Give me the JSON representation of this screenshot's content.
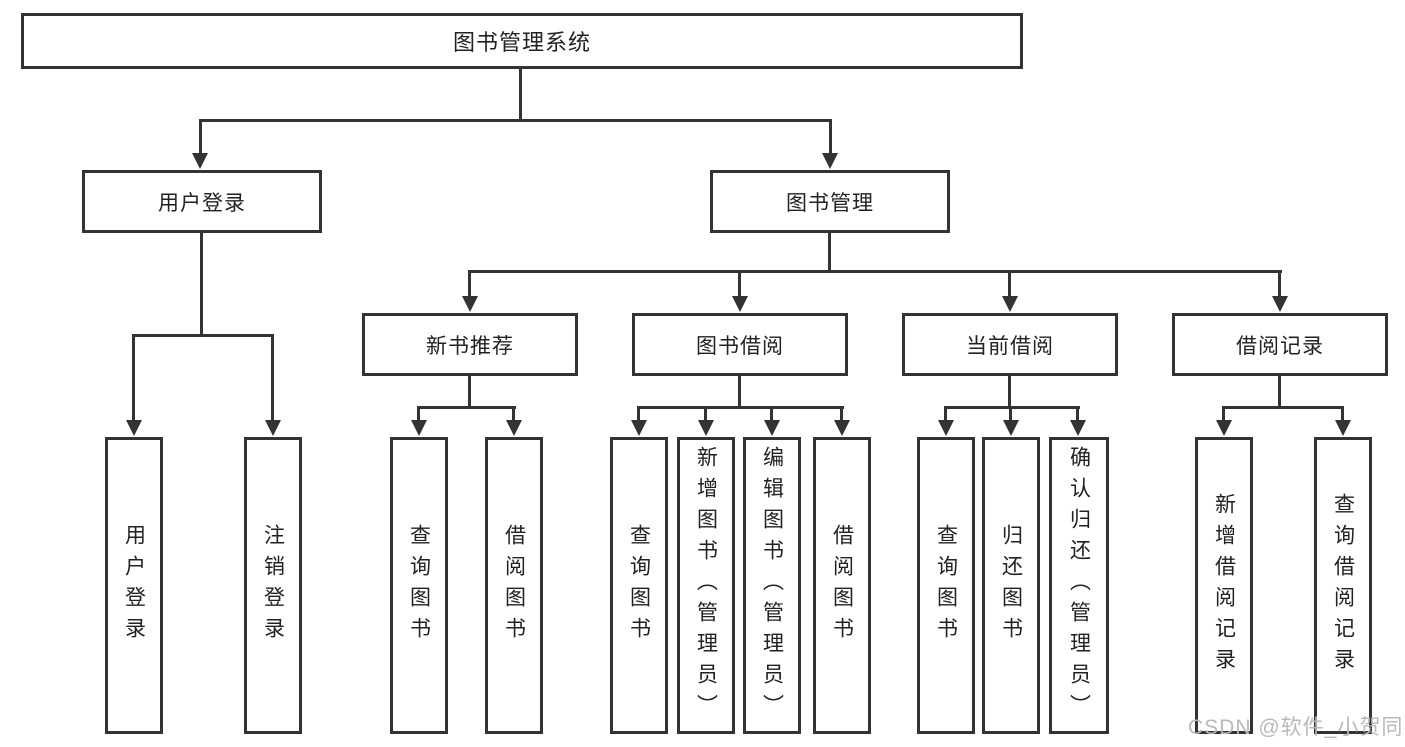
{
  "diagram": {
    "root": {
      "label": "图书管理系统"
    },
    "branches": [
      {
        "label": "用户登录",
        "children": [
          {
            "label": "用户登录"
          },
          {
            "label": "注销登录"
          }
        ]
      },
      {
        "label": "图书管理",
        "sections": [
          {
            "label": "新书推荐",
            "children": [
              {
                "label": "查询图书"
              },
              {
                "label": "借阅图书"
              }
            ]
          },
          {
            "label": "图书借阅",
            "children": [
              {
                "label": "查询图书"
              },
              {
                "label": "新增图书（管理员）"
              },
              {
                "label": "编辑图书（管理员）"
              },
              {
                "label": "借阅图书"
              }
            ]
          },
          {
            "label": "当前借阅",
            "children": [
              {
                "label": "查询图书"
              },
              {
                "label": "归还图书"
              },
              {
                "label": "确认归还（管理员）"
              }
            ]
          },
          {
            "label": "借阅记录",
            "children": [
              {
                "label": "新增借阅记录"
              },
              {
                "label": "查询借阅记录"
              }
            ]
          }
        ]
      }
    ]
  },
  "watermark": {
    "text": "CSDN @软件_小贺同学"
  },
  "colors": {
    "line": "#333333",
    "text": "#222222",
    "background": "#ffffff",
    "watermark": "#b9b9b9"
  }
}
